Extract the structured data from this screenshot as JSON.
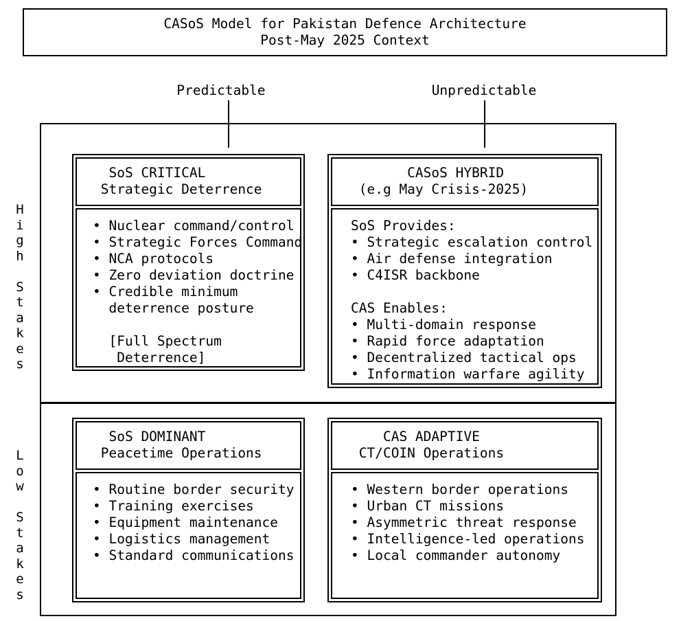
{
  "title": {
    "line1": "CASoS Model for Pakistan Defence Architecture",
    "line2": "Post-May 2025 Context"
  },
  "axes": {
    "predictability": {
      "left_label": "Predictable",
      "right_label": "Unpredictable"
    },
    "stakes": {
      "top_label": "High Stakes",
      "top_letters": [
        "H",
        "i",
        "g",
        "h",
        "",
        "S",
        "t",
        "a",
        "k",
        "e",
        "s"
      ],
      "bottom_label": "Low Stakes",
      "bottom_letters": [
        "L",
        "o",
        "w",
        "",
        "S",
        "t",
        "a",
        "k",
        "e",
        "s"
      ]
    }
  },
  "quadrants": {
    "top_left": {
      "header_lines": [
        "  SoS CRITICAL",
        " Strategic Deterrence"
      ],
      "body_lines": [
        "• Nuclear command/control",
        "• Strategic Forces Command",
        "• NCA protocols",
        "• Zero deviation doctrine",
        "• Credible minimum",
        "  deterrence posture",
        "",
        "  [Full Spectrum",
        "   Deterrence]"
      ]
    },
    "top_right": {
      "header_lines": [
        "       CASoS HYBRID",
        " (e.g May Crisis-2025)"
      ],
      "body_lines": [
        "SoS Provides:",
        "• Strategic escalation control",
        "• Air defense integration",
        "• C4ISR backbone",
        "",
        "CAS Enables:",
        "• Multi-domain response",
        "• Rapid force adaptation",
        "• Decentralized tactical ops",
        "• Information warfare agility"
      ]
    },
    "bottom_left": {
      "header_lines": [
        "  SoS DOMINANT",
        " Peacetime Operations"
      ],
      "body_lines": [
        "• Routine border security",
        "• Training exercises",
        "• Equipment maintenance",
        "• Logistics management",
        "• Standard communications"
      ]
    },
    "bottom_right": {
      "header_lines": [
        "    CAS ADAPTIVE",
        " CT/COIN Operations"
      ],
      "body_lines": [
        "• Western border operations",
        "• Urban CT missions",
        "• Asymmetric threat response",
        "• Intelligence-led operations",
        "• Local commander autonomy"
      ]
    }
  },
  "colors": {
    "ink": "#000000",
    "background": "#ffffff"
  }
}
